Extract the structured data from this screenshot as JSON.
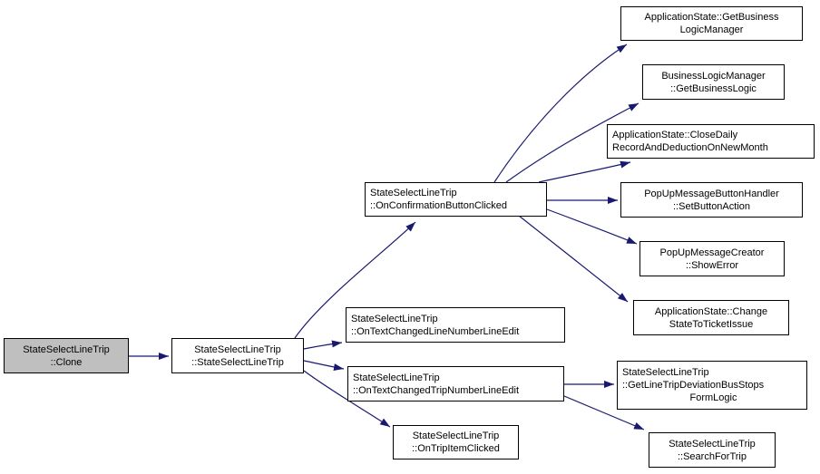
{
  "graph": {
    "type": "doxygen-call-graph",
    "colors": {
      "background": "#ffffff",
      "node_fill": "#ffffff",
      "node_border": "#000000",
      "highlight_node_fill": "#bfbfbf",
      "edge_color": "#191970",
      "text_color": "#000000"
    },
    "nodes": {
      "clone": {
        "lines": [
          "StateSelectLineTrip",
          "::Clone"
        ],
        "highlighted": true
      },
      "constructor": {
        "lines": [
          "StateSelectLineTrip",
          "::StateSelectLineTrip"
        ]
      },
      "on_confirmation_button_clicked": {
        "lines": [
          "StateSelectLineTrip",
          "::OnConfirmationButtonClicked"
        ]
      },
      "get_business_logic_manager": {
        "lines": [
          "ApplicationState::GetBusiness",
          "LogicManager"
        ]
      },
      "get_business_logic": {
        "lines": [
          "BusinessLogicManager",
          "::GetBusinessLogic"
        ]
      },
      "close_daily_record": {
        "lines": [
          "ApplicationState::CloseDaily",
          "RecordAndDeductionOnNewMonth"
        ]
      },
      "set_button_action": {
        "lines": [
          "PopUpMessageButtonHandler",
          "::SetButtonAction"
        ]
      },
      "show_error": {
        "lines": [
          "PopUpMessageCreator",
          "::ShowError"
        ]
      },
      "change_state_to_ticket_issue": {
        "lines": [
          "ApplicationState::Change",
          "StateToTicketIssue"
        ]
      },
      "on_text_changed_line_number": {
        "lines": [
          "StateSelectLineTrip",
          "::OnTextChangedLineNumberLineEdit"
        ]
      },
      "on_text_changed_trip_number": {
        "lines": [
          "StateSelectLineTrip",
          "::OnTextChangedTripNumberLineEdit"
        ]
      },
      "on_trip_item_clicked": {
        "lines": [
          "StateSelectLineTrip",
          "::OnTripItemClicked"
        ]
      },
      "get_line_trip_deviation": {
        "lines": [
          "StateSelectLineTrip",
          "::GetLineTripDeviationBusStops",
          "FormLogic"
        ]
      },
      "search_for_trip": {
        "lines": [
          "StateSelectLineTrip",
          "::SearchForTrip"
        ]
      }
    },
    "edges": [
      {
        "from": "clone",
        "to": "constructor"
      },
      {
        "from": "constructor",
        "to": "on_confirmation_button_clicked"
      },
      {
        "from": "constructor",
        "to": "on_text_changed_line_number"
      },
      {
        "from": "constructor",
        "to": "on_text_changed_trip_number"
      },
      {
        "from": "constructor",
        "to": "on_trip_item_clicked"
      },
      {
        "from": "on_confirmation_button_clicked",
        "to": "get_business_logic_manager"
      },
      {
        "from": "on_confirmation_button_clicked",
        "to": "get_business_logic"
      },
      {
        "from": "on_confirmation_button_clicked",
        "to": "close_daily_record"
      },
      {
        "from": "on_confirmation_button_clicked",
        "to": "set_button_action"
      },
      {
        "from": "on_confirmation_button_clicked",
        "to": "show_error"
      },
      {
        "from": "on_confirmation_button_clicked",
        "to": "change_state_to_ticket_issue"
      },
      {
        "from": "on_text_changed_trip_number",
        "to": "get_line_trip_deviation"
      },
      {
        "from": "on_text_changed_trip_number",
        "to": "search_for_trip"
      }
    ]
  }
}
